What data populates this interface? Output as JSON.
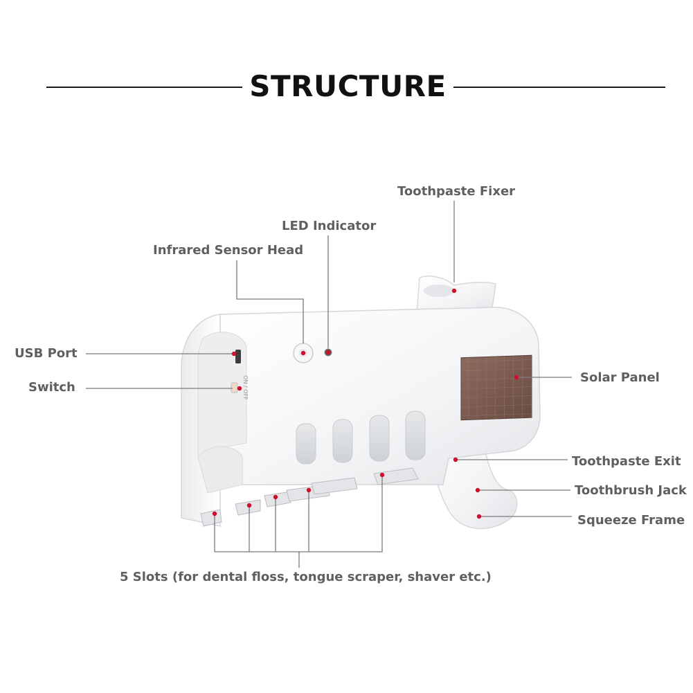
{
  "title": "STRUCTURE",
  "device": {
    "switch_marking": "ON / OFF"
  },
  "labels": {
    "toothpaste_fixer": "Toothpaste Fixer",
    "led_indicator": "LED Indicator",
    "infrared_sensor_head": "Infrared Sensor Head",
    "usb_port": "USB Port",
    "switch": "Switch",
    "solar_panel": "Solar Panel",
    "toothpaste_exit": "Toothpaste Exit",
    "toothbrush_jack": "Toothbrush Jack",
    "squeeze_frame": "Squeeze Frame",
    "slots": "5 Slots (for dental floss, tongue scraper, shaver etc.)"
  },
  "colors": {
    "title": "#111111",
    "label": "#5f5f5f",
    "leader_line": "#7a7a7a",
    "marker_dot": "#d0102a",
    "device_body": "#f4f5f6",
    "solar_panel": "#7a5a50"
  }
}
